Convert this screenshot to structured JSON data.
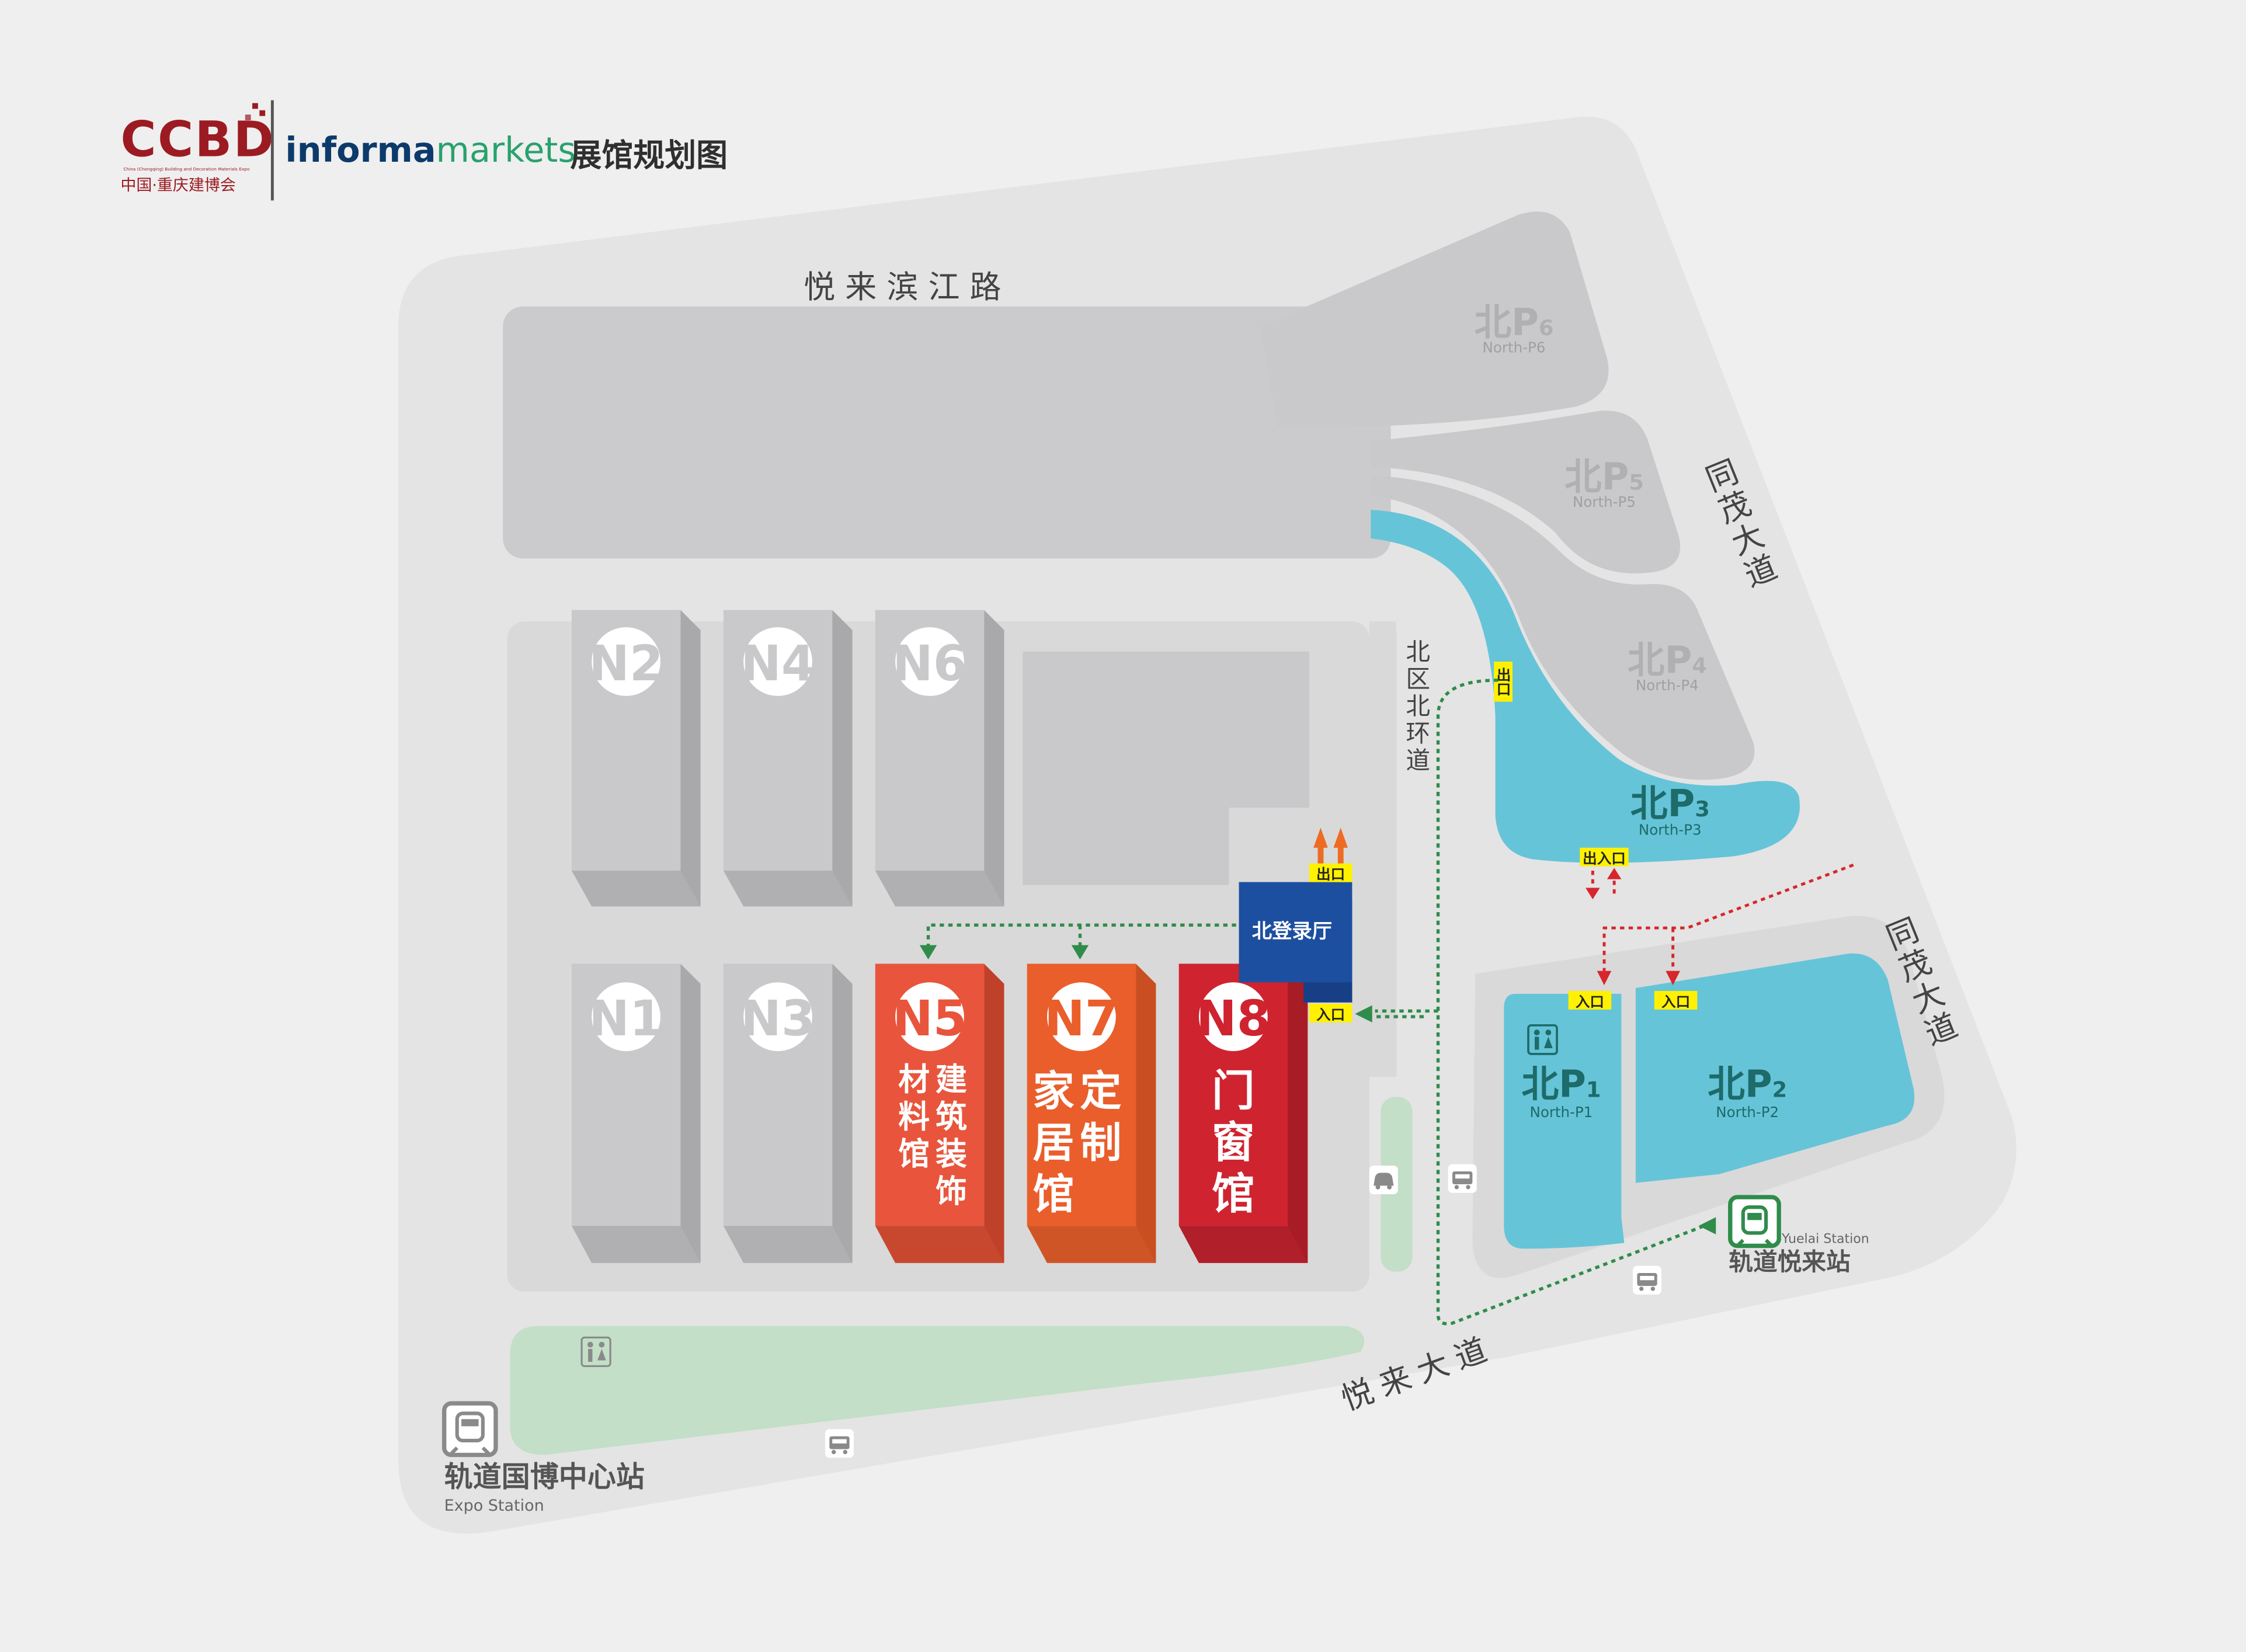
{
  "header": {
    "logo_text": "CCBD",
    "logo_subtitle_small": "China (Chongqing) Building and Decoration Materials Expo",
    "logo_subtitle_cn": "中国·重庆建博会",
    "brand_primary": "informa",
    "brand_secondary": "markets",
    "title": "展馆规划图"
  },
  "roads": {
    "north": "悦 来 滨 江 路",
    "east_upper": "同茂大道",
    "east_lower": "同茂大道",
    "south": "悦来大道",
    "inner": "北区北环道"
  },
  "halls": {
    "N1": "N1",
    "N2": "N2",
    "N3": "N3",
    "N4": "N4",
    "N5": "N5",
    "N6": "N6",
    "N7": "N7",
    "N8": "N8"
  },
  "hall_labels": {
    "n5_col1": "材料馆",
    "n5_col2": "建筑装饰",
    "n7_line1": "家定",
    "n7_line2": "居制",
    "n7_line3": "馆",
    "n8_line1": "门",
    "n8_line2": "窗",
    "n8_line3": "馆"
  },
  "registration": "北登录厅",
  "parking": [
    {
      "id": "p1",
      "main": "北P",
      "sub": "1",
      "en": "North-P1"
    },
    {
      "id": "p2",
      "main": "北P",
      "sub": "2",
      "en": "North-P2"
    },
    {
      "id": "p3",
      "main": "北P",
      "sub": "3",
      "en": "North-P3"
    },
    {
      "id": "p4",
      "main": "北P",
      "sub": "4",
      "en": "North-P4"
    },
    {
      "id": "p5",
      "main": "北P",
      "sub": "5",
      "en": "North-P5"
    },
    {
      "id": "p6",
      "main": "北P",
      "sub": "6",
      "en": "North-P6"
    }
  ],
  "signs": {
    "exit": "出口",
    "entrance": "入口",
    "exit_entrance": "出入口"
  },
  "stations": {
    "yuelai_cn": "轨道悦来站",
    "yuelai_en": "Yuelai Station",
    "expo_cn": "轨道国博中心站",
    "expo_en": "Expo Station"
  },
  "colors": {
    "background": "#efefef",
    "site": "#e5e5e5",
    "building": "#c9c9cb",
    "building_side": "#a9a9ab",
    "parking_blue": "#66c4d8",
    "parking_text": "#1d6b6a",
    "greenbelt": "#c3dfc7",
    "n5": "#e8553c",
    "n7": "#ea5e2b",
    "n8": "#cf2330",
    "registration": "#1d4fa0",
    "sign_yellow": "#fff100",
    "route_green": "#2f8c4a",
    "route_red": "#d7262c",
    "brand_red": "#9c1b22",
    "brand_green": "#29a16e",
    "brand_navy": "#0c3a6b"
  }
}
